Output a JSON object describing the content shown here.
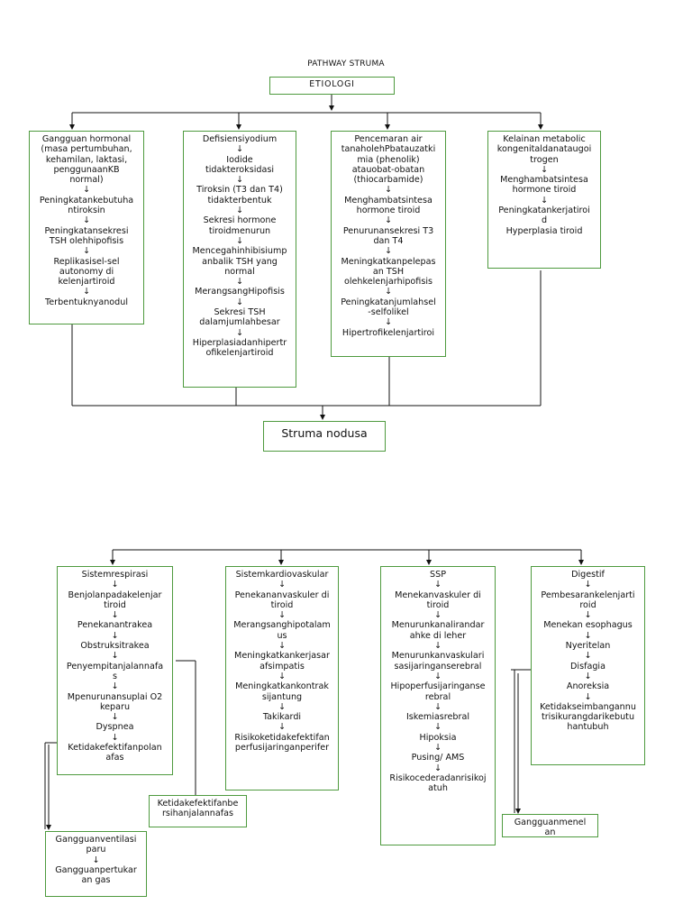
{
  "title": "PATHWAY STRUMA",
  "etiologi": "ETIOLOGI",
  "causes": [
    {
      "lines": [
        "Gangguan hormonal",
        "(masa pertumbuhan,",
        "kehamilan, laktasi,",
        "penggunaanKB",
        "normal)",
        "↓",
        "Peningkatankebutuha",
        "ntiroksin",
        "↓",
        "Peningkatansekresi",
        "TSH olehhipofisis",
        "↓",
        "Replikasisel-sel",
        "autonomy di",
        "kelenjartiroid",
        "↓",
        "Terbentuknyanodul"
      ]
    },
    {
      "lines": [
        "Defisiensiyodium",
        "↓",
        "Iodide",
        "tidakteroksidasi",
        "↓",
        "Tiroksin (T3 dan T4)",
        "tidakterbentuk",
        "↓",
        "Sekresi hormone",
        "tiroidmenurun",
        "↓",
        "Mencegahinhibisiump",
        "anbalik TSH yang",
        "normal",
        "↓",
        "MerangsangHipofisis",
        "↓",
        "Sekresi TSH",
        "dalamjumlahbesar",
        "↓",
        "Hiperplasiadanhipertr",
        "ofikelenjartiroid"
      ]
    },
    {
      "lines": [
        "Pencemaran air",
        "tanaholehPbatauzatki",
        "mia (phenolik)",
        "atauobat-obatan",
        "(thiocarbamide)",
        "↓",
        "Menghambatsintesa",
        "hormone tiroid",
        "↓",
        "Penurunansekresi T3",
        "dan T4",
        "↓",
        "Meningkatkanpelepas",
        "an TSH",
        "olehkelenjarhipofisis",
        "↓",
        "Peningkatanjumlahsel",
        "-selfolikel",
        "↓",
        "Hipertrofikelenjartiroi"
      ]
    },
    {
      "lines": [
        "Kelainan metabolic",
        "kongenitaldanataugoi",
        "trogen",
        "↓",
        "Menghambatsintesa",
        "hormone tiroid",
        "↓",
        "Peningkatankerjatiroi",
        "d",
        "Hyperplasia tiroid"
      ]
    }
  ],
  "struma": "Struma nodusa",
  "systems": [
    {
      "lines": [
        "Sistemrespirasi",
        "↓",
        "Benjolanpadakelenjar",
        "tiroid",
        "↓",
        "Penekanantrakea",
        "↓",
        "Obstruksitrakea",
        "↓",
        "Penyempitanjalannafa",
        "s",
        "↓",
        "Mpenurunansuplai O2",
        "keparu",
        "↓",
        "Dyspnea",
        "↓",
        "Ketidakefektifanpolan",
        "afas"
      ]
    },
    {
      "lines": [
        "Sistemkardiovaskular",
        "↓",
        "Penekananvaskuler di",
        "tiroid",
        "↓",
        "Merangsanghipotalam",
        "us",
        "↓",
        "Meningkatkankerjasar",
        "afsimpatis",
        "↓",
        "Meningkatkankontrak",
        "sijantung",
        "↓",
        "Takikardi",
        "↓",
        "Risikoketidakefektifan",
        "perfusijaringanperifer"
      ]
    },
    {
      "lines": [
        "SSP",
        "↓",
        "Menekanvaskuler di",
        "tiroid",
        "↓",
        "Menurunkanalirandar",
        "ahke di leher",
        "↓",
        "Menurunkanvaskulari",
        "sasijaringanserebral",
        "↓",
        "Hipoperfusijaringanse",
        "rebral",
        "↓",
        "Iskemiasrebral",
        "↓",
        "Hipoksia",
        "↓",
        "Pusing/ AMS",
        "↓",
        "Risikocederadanrisikoj",
        "atuh"
      ]
    },
    {
      "lines": [
        "Digestif",
        "↓",
        "Pembesarankelenjarti",
        "roid",
        "↓",
        "Menekan esophagus",
        "↓",
        "Nyeritelan",
        "↓",
        "Disfagia",
        "↓",
        "Anoreksia",
        "↓",
        "Ketidakseimbangannu",
        "trisikurangdarikebutu",
        "hantubuh"
      ]
    }
  ],
  "airway": {
    "lines": [
      "Ketidakefektifanbe",
      "rsihanjalannafas"
    ]
  },
  "ventilation": {
    "lines": [
      "Gangguanventilasi",
      "paru",
      "↓",
      "Gangguanpertukar",
      "an gas"
    ]
  },
  "swallow": {
    "lines": [
      "Gangguanmenel",
      "an"
    ]
  }
}
